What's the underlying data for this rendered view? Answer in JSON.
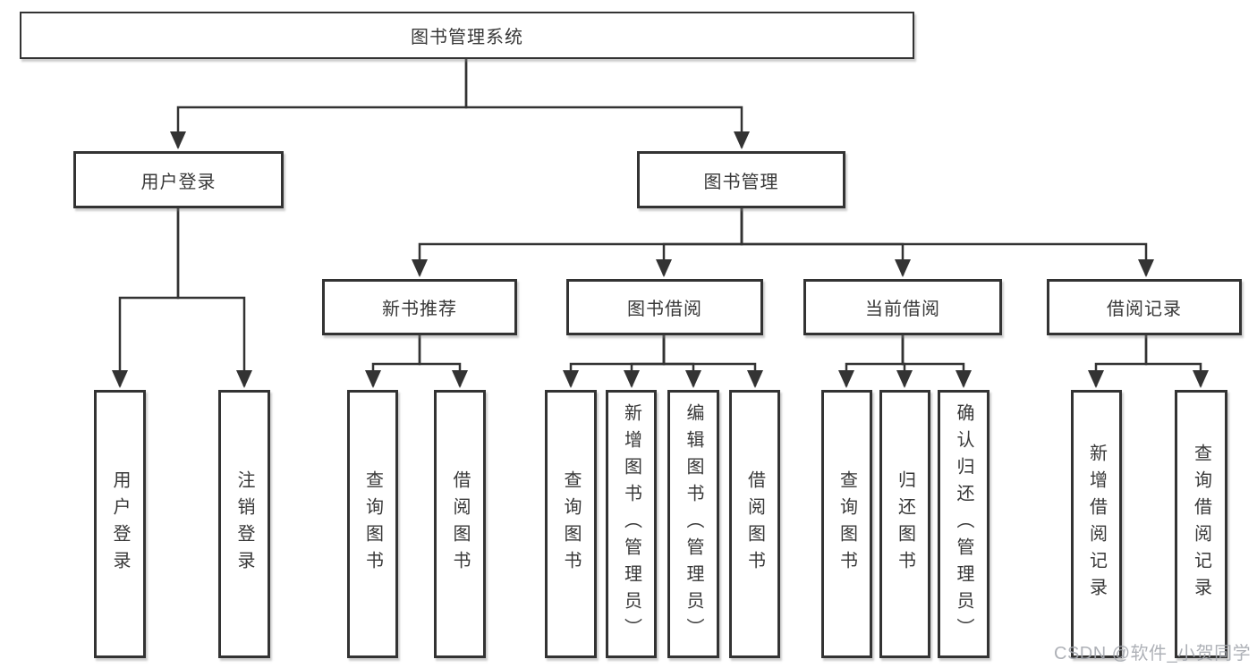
{
  "tree": {
    "root": {
      "label": "图书管理系统"
    },
    "children": [
      {
        "label": "用户登录",
        "children": [
          {
            "label": "用户登录"
          },
          {
            "label": "注销登录"
          }
        ]
      },
      {
        "label": "图书管理",
        "children": [
          {
            "label": "新书推荐",
            "children": [
              {
                "label": "查询图书"
              },
              {
                "label": "借阅图书"
              }
            ]
          },
          {
            "label": "图书借阅",
            "children": [
              {
                "label": "查询图书"
              },
              {
                "label": "新增图书（管理员）"
              },
              {
                "label": "编辑图书（管理员）"
              },
              {
                "label": "借阅图书"
              }
            ]
          },
          {
            "label": "当前借阅",
            "children": [
              {
                "label": "查询图书"
              },
              {
                "label": "归还图书"
              },
              {
                "label": "确认归还（管理员）"
              }
            ]
          },
          {
            "label": "借阅记录",
            "children": [
              {
                "label": "新增借阅记录"
              },
              {
                "label": "查询借阅记录"
              }
            ]
          }
        ]
      }
    ]
  },
  "watermark": "CSDN @软件_小贺同学",
  "colors": {
    "line": "#333333",
    "text": "#383838",
    "watermark": "#a5a9af",
    "background": "#ffffff"
  }
}
